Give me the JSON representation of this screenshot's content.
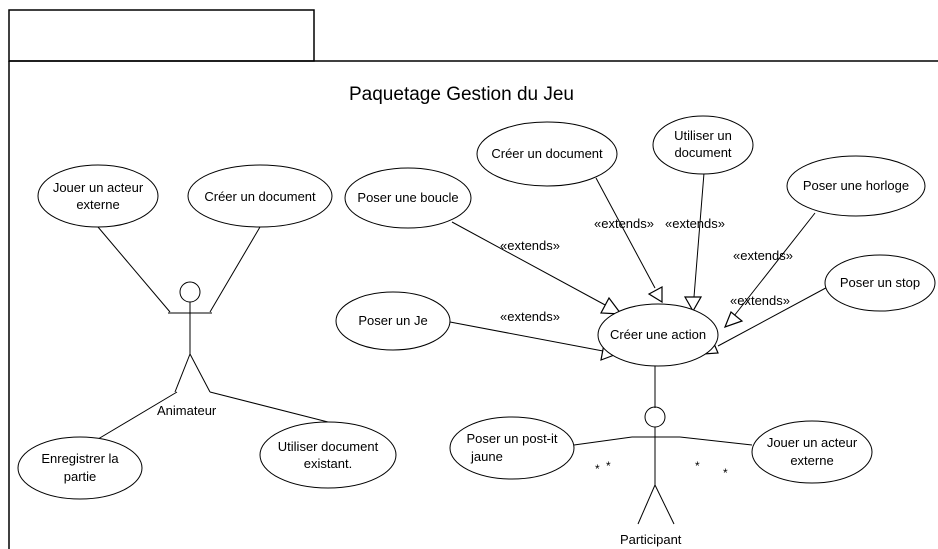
{
  "package": {
    "title": "Paquetage Gestion du Jeu"
  },
  "actors": {
    "animateur": "Animateur",
    "participant": "Participant"
  },
  "use_cases": {
    "jouer_acteur_externe_left": [
      "Jouer un acteur",
      "externe"
    ],
    "creer_document_left": "Créer un document",
    "enregistrer_partie": [
      "Enregistrer  la",
      "partie"
    ],
    "utiliser_document_existant": [
      "Utiliser  document",
      "existant."
    ],
    "poser_boucle": "Poser une boucle",
    "creer_document_top": "Créer  un document",
    "utiliser_document_top": [
      "Utiliser un",
      "document"
    ],
    "poser_horloge": "Poser une horloge",
    "poser_stop": "Poser un stop",
    "poser_je": "Poser un Je",
    "creer_action": "Créer  une action",
    "poser_postit": [
      "Poser un post-it",
      "jaune"
    ],
    "jouer_acteur_externe_right": [
      "Jouer un acteur",
      "externe"
    ]
  },
  "relations": {
    "extends_boucle": "«extends»",
    "extends_creer_doc": "«extends»",
    "extends_utiliser_doc": "«extends»",
    "extends_horloge": "«extends»",
    "extends_stop": "«extends»",
    "extends_je": "«extends»"
  },
  "multiplicities": {
    "postit_a": "*",
    "postit_b": "*",
    "jouer_a": "*",
    "jouer_b": "*"
  }
}
